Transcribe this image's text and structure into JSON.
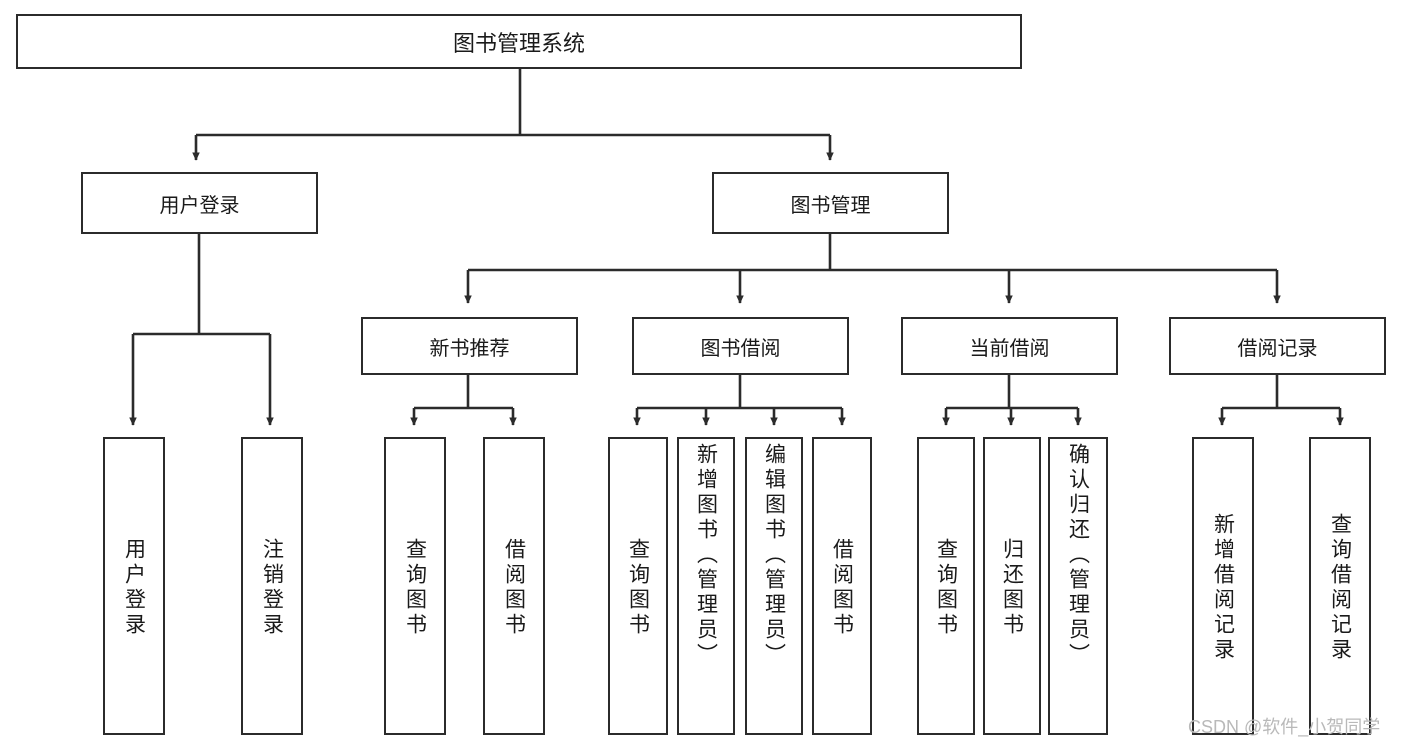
{
  "diagram": {
    "type": "tree",
    "title": "图书管理系统",
    "root": {
      "id": "root",
      "label": "图书管理系统"
    },
    "level2": [
      {
        "id": "user-login",
        "label": "用户登录"
      },
      {
        "id": "book-manage",
        "label": "图书管理"
      }
    ],
    "level3": [
      {
        "id": "new-book-recommend",
        "label": "新书推荐",
        "parent": "book-manage"
      },
      {
        "id": "book-borrow",
        "label": "图书借阅",
        "parent": "book-manage"
      },
      {
        "id": "current-borrow",
        "label": "当前借阅",
        "parent": "book-manage"
      },
      {
        "id": "borrow-record",
        "label": "借阅记录",
        "parent": "book-manage"
      }
    ],
    "leaves": [
      {
        "id": "leaf-user-login",
        "label": "用户登录",
        "parent": "user-login"
      },
      {
        "id": "leaf-logout",
        "label": "注销登录",
        "parent": "user-login"
      },
      {
        "id": "leaf-query-book-1",
        "label": "查询图书",
        "parent": "new-book-recommend"
      },
      {
        "id": "leaf-borrow-book-1",
        "label": "借阅图书",
        "parent": "new-book-recommend"
      },
      {
        "id": "leaf-query-book-2",
        "label": "查询图书",
        "parent": "book-borrow"
      },
      {
        "id": "leaf-add-book",
        "label": "新增图书（管理员）",
        "parent": "book-borrow"
      },
      {
        "id": "leaf-edit-book",
        "label": "编辑图书（管理员）",
        "parent": "book-borrow"
      },
      {
        "id": "leaf-borrow-book-2",
        "label": "借阅图书",
        "parent": "book-borrow"
      },
      {
        "id": "leaf-query-book-3",
        "label": "查询图书",
        "parent": "current-borrow"
      },
      {
        "id": "leaf-return-book",
        "label": "归还图书",
        "parent": "current-borrow"
      },
      {
        "id": "leaf-confirm-return",
        "label": "确认归还（管理员）",
        "parent": "current-borrow"
      },
      {
        "id": "leaf-add-record",
        "label": "新增借阅记录",
        "parent": "borrow-record"
      },
      {
        "id": "leaf-query-record",
        "label": "查询借阅记录",
        "parent": "borrow-record"
      }
    ]
  },
  "watermark": {
    "text": "CSDN @软件_小贺同学"
  },
  "colors": {
    "border": "#2b2b2b",
    "background": "#ffffff",
    "text": "#1a1a1a",
    "edge": "#2b2b2b",
    "watermark": "#b9b9b9"
  }
}
